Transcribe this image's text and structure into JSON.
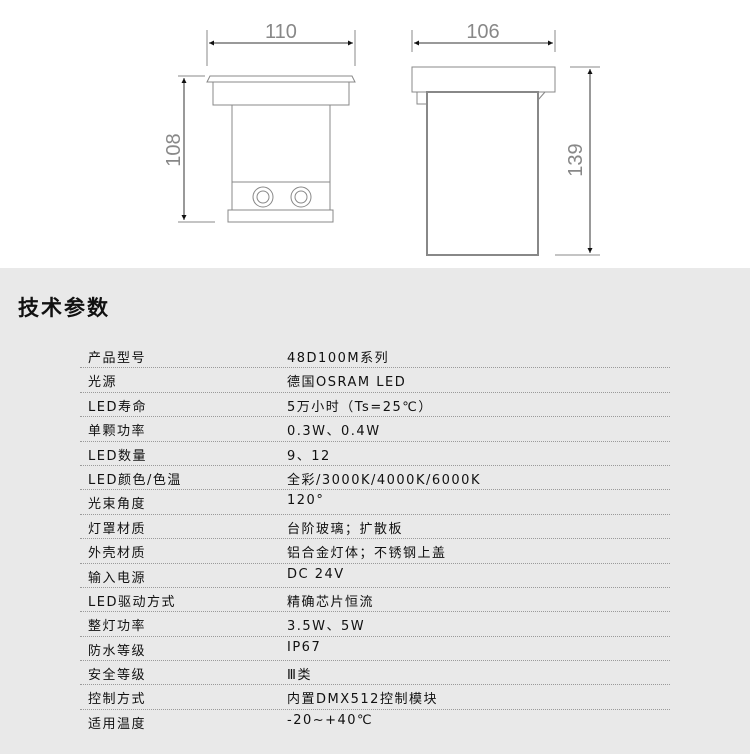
{
  "drawing": {
    "width_front": "110",
    "height_front": "108",
    "width_side": "106",
    "height_side": "139"
  },
  "spec": {
    "title": "技术参数",
    "rows": [
      {
        "k": "产品型号",
        "v": "48D100M系列"
      },
      {
        "k": "光源",
        "v": "德国OSRAM LED"
      },
      {
        "k": "LED寿命",
        "v": "5万小时（Ts=25℃）"
      },
      {
        "k": "单颗功率",
        "v": "0.3W、0.4W"
      },
      {
        "k": "LED数量",
        "v": "9、12"
      },
      {
        "k": "LED颜色/色温",
        "v": "全彩/3000K/4000K/6000K"
      },
      {
        "k": "光束角度",
        "v": "120°"
      },
      {
        "k": "灯罩材质",
        "v": "台阶玻璃；扩散板"
      },
      {
        "k": "外壳材质",
        "v": "铝合金灯体；不锈钢上盖"
      },
      {
        "k": "输入电源",
        "v": "DC 24V"
      },
      {
        "k": "LED驱动方式",
        "v": "精确芯片恒流"
      },
      {
        "k": "整灯功率",
        "v": "3.5W、5W"
      },
      {
        "k": "防水等级",
        "v": "IP67"
      },
      {
        "k": "安全等级",
        "v": "Ⅲ类"
      },
      {
        "k": "控制方式",
        "v": "内置DMX512控制模块"
      },
      {
        "k": "适用温度",
        "v": "-20~+40℃"
      }
    ]
  }
}
